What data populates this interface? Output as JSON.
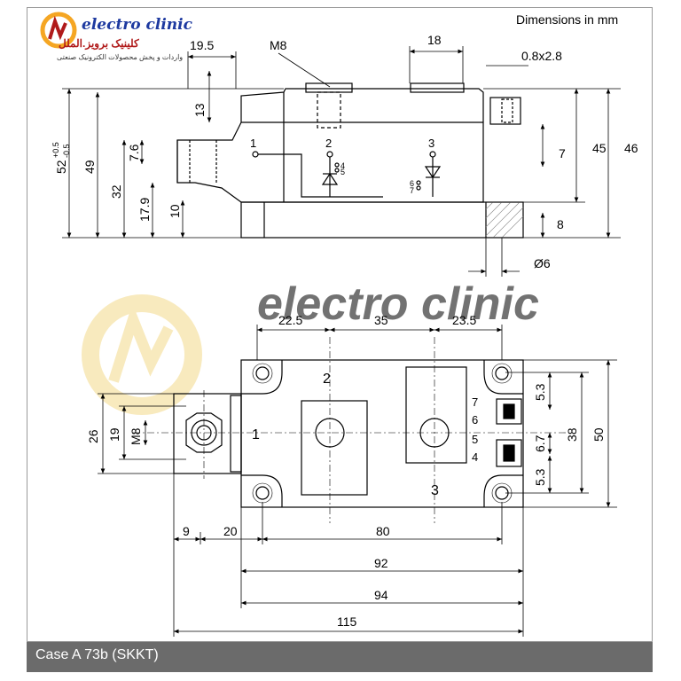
{
  "brand": {
    "name": "electro clinic",
    "fa_name": "کلینیک برویز.الملل",
    "fa_sub": "واردات و پخش محصولات الکترونیک صنعتی"
  },
  "units_note": "Dimensions in mm",
  "caption": "Case A 73b (SKKT)",
  "side_view": {
    "dims": {
      "d19_5": "19.5",
      "m8": "M8",
      "d18": "18",
      "d0_8x2_8": "0.8x2.8",
      "d13": "13",
      "d7_6": "7.6",
      "d52": "52",
      "d52_tol_plus": "+0.5",
      "d52_tol_minus": "-0.5",
      "d49": "49",
      "d32": "32",
      "d17_9": "17.9",
      "d10": "10",
      "d7": "7",
      "d45": "45",
      "d46": "46",
      "d8": "8",
      "d6": "Ø6"
    },
    "pins": [
      "1",
      "2",
      "3",
      "4",
      "5",
      "6",
      "7"
    ]
  },
  "top_view": {
    "dims": {
      "d22_5": "22.5",
      "d35": "35",
      "d23_5": "23.5",
      "d26": "26",
      "d19": "19",
      "m8": "M8",
      "d5_3a": "5.3",
      "d6_7": "6.7",
      "d5_3b": "5.3",
      "d38": "38",
      "d50": "50",
      "d9": "9",
      "d20": "20",
      "d80": "80",
      "d92": "92",
      "d94": "94",
      "d115": "115"
    },
    "terminals": {
      "t1": "1",
      "t2": "2",
      "t3": "3",
      "p4": "4",
      "p5": "5",
      "p6": "6",
      "p7": "7"
    }
  },
  "colors": {
    "line": "#000000",
    "watermark": "#f3d98a",
    "caption_bg": "#6b6b6b",
    "logo_blue": "#1e3aa0",
    "logo_red": "#b01a1a"
  }
}
